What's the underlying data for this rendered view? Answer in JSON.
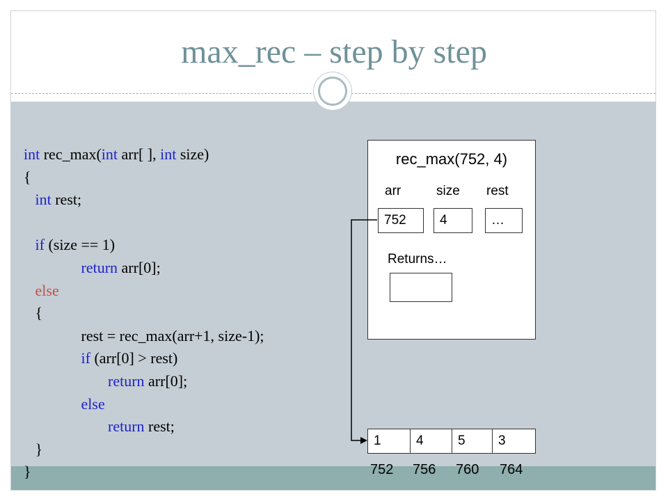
{
  "slide": {
    "title": "max_rec – step by step"
  },
  "code": {
    "lines": [
      [
        {
          "t": "int",
          "c": "kw"
        },
        {
          "t": " rec_max(",
          "c": ""
        },
        {
          "t": "int",
          "c": "kw"
        },
        {
          "t": " arr[ ], ",
          "c": ""
        },
        {
          "t": "int",
          "c": "kw"
        },
        {
          "t": " size)",
          "c": ""
        }
      ],
      [
        {
          "t": "{",
          "c": ""
        }
      ],
      [
        {
          "t": "   ",
          "c": ""
        },
        {
          "t": "int",
          "c": "kw"
        },
        {
          "t": " rest;",
          "c": ""
        }
      ],
      [
        {
          "t": "",
          "c": ""
        }
      ],
      [
        {
          "t": "   ",
          "c": ""
        },
        {
          "t": "if",
          "c": "kw"
        },
        {
          "t": " (size == 1)",
          "c": ""
        }
      ],
      [
        {
          "t": "               ",
          "c": ""
        },
        {
          "t": "return",
          "c": "kw"
        },
        {
          "t": " arr[0];",
          "c": ""
        }
      ],
      [
        {
          "t": "   ",
          "c": ""
        },
        {
          "t": "else",
          "c": "kw-else"
        }
      ],
      [
        {
          "t": "   {",
          "c": ""
        }
      ],
      [
        {
          "t": "               rest = rec_max(arr+1, size-1);",
          "c": ""
        }
      ],
      [
        {
          "t": "               ",
          "c": ""
        },
        {
          "t": "if",
          "c": "kw"
        },
        {
          "t": " (arr[0] > rest)",
          "c": ""
        }
      ],
      [
        {
          "t": "                      ",
          "c": ""
        },
        {
          "t": "return",
          "c": "kw"
        },
        {
          "t": " arr[0];",
          "c": ""
        }
      ],
      [
        {
          "t": "               ",
          "c": ""
        },
        {
          "t": "else",
          "c": "kw"
        }
      ],
      [
        {
          "t": "                      ",
          "c": ""
        },
        {
          "t": "return",
          "c": "kw"
        },
        {
          "t": " rest;",
          "c": ""
        }
      ],
      [
        {
          "t": "   }",
          "c": ""
        }
      ],
      [
        {
          "t": "}",
          "c": ""
        }
      ]
    ]
  },
  "frame": {
    "title": "rec_max(752, 4)",
    "labels": {
      "arr": "arr",
      "size": "size",
      "rest": "rest"
    },
    "values": {
      "arr": "752",
      "size": "4",
      "rest": "…"
    },
    "returns_label": "Returns…"
  },
  "array": {
    "values": [
      "1",
      "4",
      "5",
      "3"
    ],
    "addresses": [
      "752",
      "756",
      "760",
      "764"
    ]
  }
}
